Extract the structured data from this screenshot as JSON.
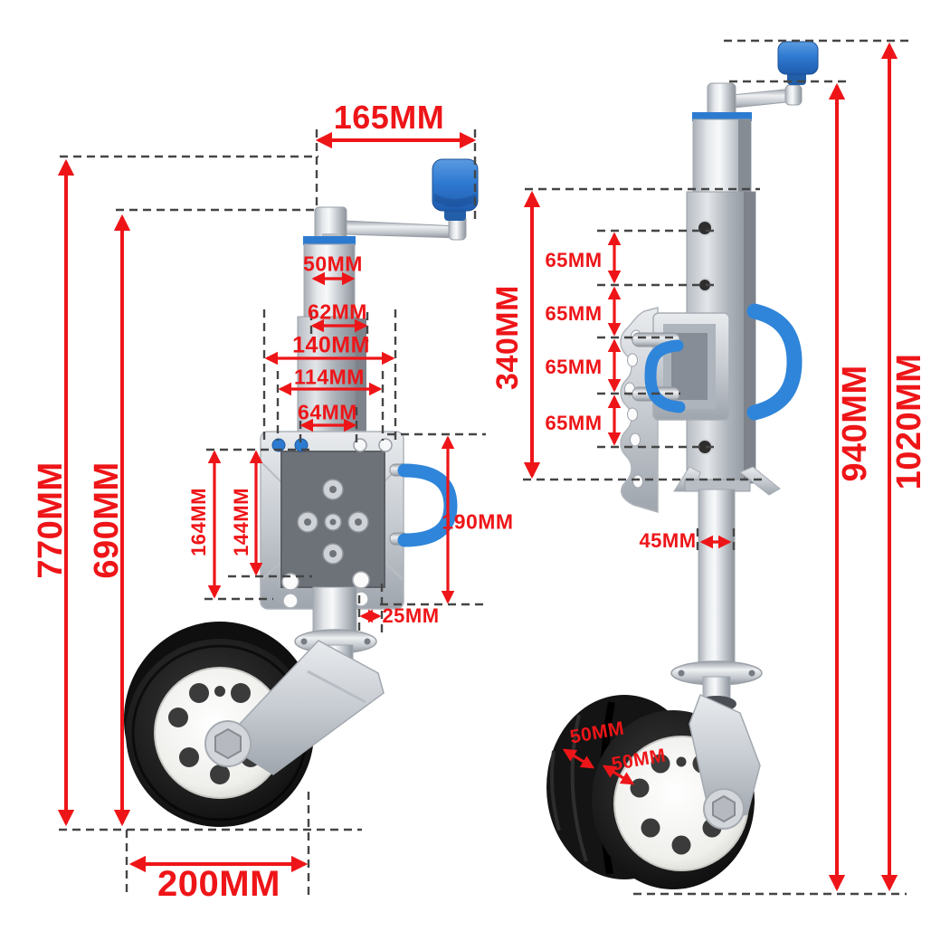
{
  "colors": {
    "dimension_red": "#ee1518",
    "extension_dash_gray": "#454545",
    "handle_blue": "#2f85d9",
    "knob_blue": "#2f7ad2"
  },
  "figure_left": {
    "name": "jockey wheel front view",
    "dimensions": {
      "handle_length": "165MM",
      "inner_tube_width": "50MM",
      "outer_tube_width": "62MM",
      "plate_width": "140MM",
      "plate_hole_span_width": "114MM",
      "tube_face_width": "64MM",
      "overall_height": "770MM",
      "body_height": "690MM",
      "plate_hole_span_height": "164MM",
      "plate_inner_height": "144MM",
      "clamp_height": "190MM",
      "plate_offset": "25MM",
      "wheel_diameter": "200MM"
    }
  },
  "figure_right": {
    "name": "jockey wheel side view",
    "dimensions": {
      "outer_tube_length": "340MM",
      "hole_spacing_1": "65MM",
      "hole_spacing_2": "65MM",
      "hole_spacing_3": "65MM",
      "hole_spacing_4": "65MM",
      "inner_tube_diameter": "45MM",
      "tyre_width_rear": "50MM",
      "tyre_width_front": "50MM",
      "extended_height": "940MM",
      "overall_height": "1020MM"
    }
  }
}
